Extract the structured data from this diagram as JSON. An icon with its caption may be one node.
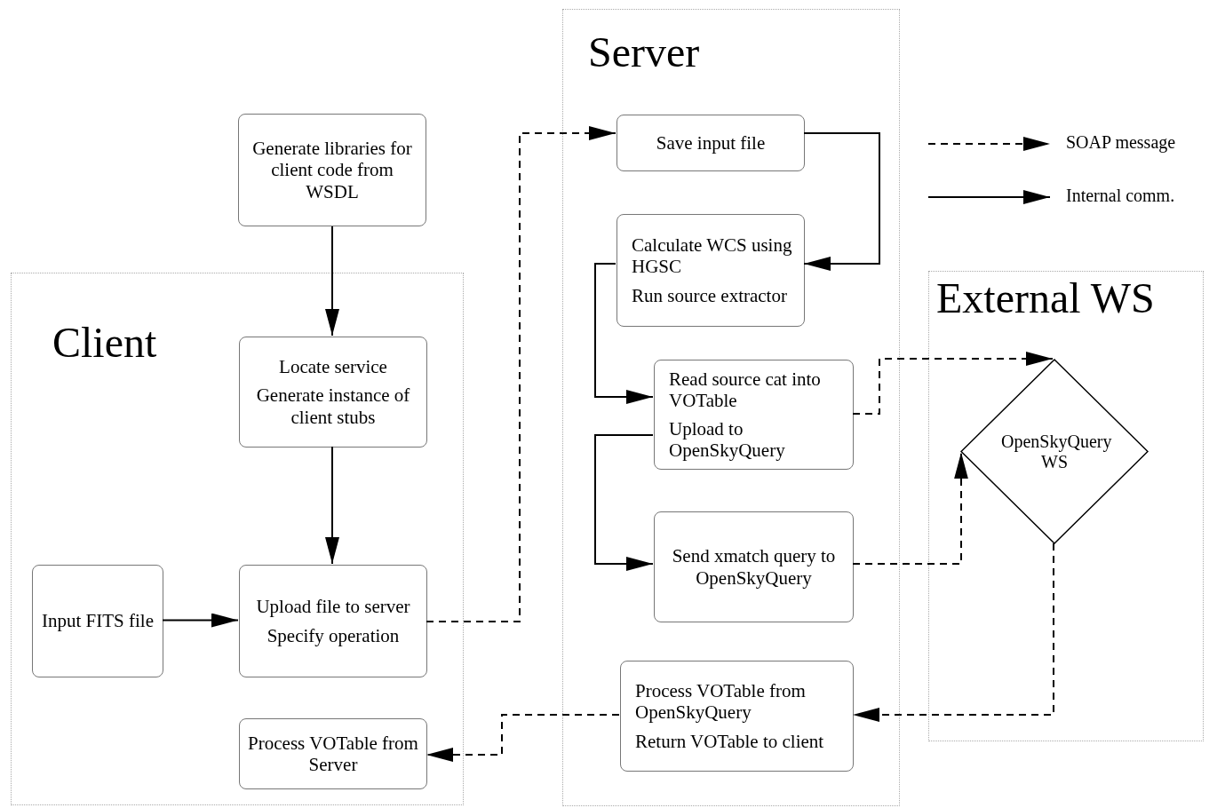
{
  "diagram": {
    "nodes": [
      {
        "text": [
          "Client"
        ]
      },
      {
        "text": [
          "Server"
        ]
      },
      {
        "text": [
          "External WS"
        ]
      },
      {
        "text": [
          "Generate libraries for client code from WSDL"
        ]
      },
      {
        "text": [
          "Locate service",
          "Generate instance of client stubs"
        ],
        "in": 0
      },
      {
        "text": [
          "Input FITS file"
        ],
        "in": 0
      },
      {
        "text": [
          "Upload file to server",
          "Specify operation"
        ],
        "in": 0
      },
      {
        "text": [
          "Process VOTable from Server"
        ],
        "in": 0
      },
      {
        "text": [
          "Save input file"
        ],
        "in": 1
      },
      {
        "text": [
          "Calculate WCS using HGSC",
          "Run source extractor"
        ],
        "in": 1
      },
      {
        "text": [
          "Read source cat into VOTable",
          "Upload to OpenSkyQuery"
        ],
        "in": 1
      },
      {
        "text": [
          "Send xmatch query to OpenSkyQuery"
        ],
        "in": 1
      },
      {
        "text": [
          "Process VOTable from OpenSkyQuery",
          "Return VOTable to client"
        ],
        "in": 1
      },
      {
        "text": [
          "OpenSkyQuery WS"
        ],
        "in": 2
      }
    ],
    "edges": [
      {
        "from": 3,
        "to": 4,
        "arrow": "to"
      },
      {
        "from": 4,
        "to": 6,
        "arrow": "to"
      },
      {
        "from": 5,
        "to": 6,
        "arrow": "to"
      },
      {
        "from": 6,
        "to": 8,
        "arrow": "to",
        "style": "dashed"
      },
      {
        "from": 8,
        "to": 9,
        "arrow": "to"
      },
      {
        "from": 9,
        "to": 10,
        "arrow": "to"
      },
      {
        "from": 10,
        "to": 11,
        "arrow": "to"
      },
      {
        "from": 10,
        "to": 13,
        "arrow": "to",
        "style": "dashed"
      },
      {
        "from": 11,
        "to": 13,
        "arrow": "to",
        "style": "dashed"
      },
      {
        "from": 13,
        "to": 12,
        "arrow": "to",
        "style": "dashed"
      },
      {
        "from": 12,
        "to": 7,
        "arrow": "to",
        "style": "dashed"
      }
    ],
    "legend": [
      {
        "text": "SOAP message"
      },
      {
        "text": "Internal comm."
      }
    ]
  }
}
